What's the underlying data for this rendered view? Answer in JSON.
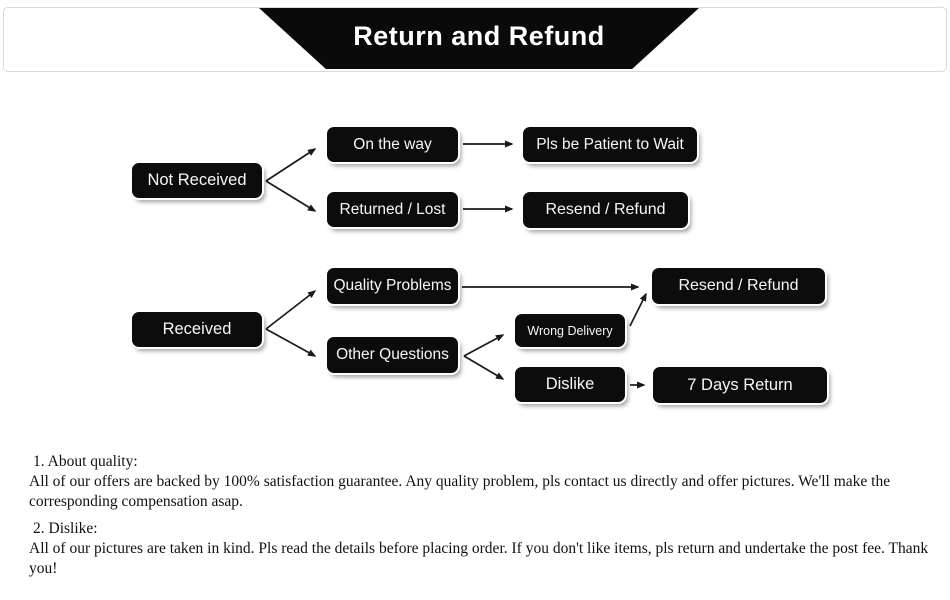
{
  "header": {
    "title": "Return and Refund",
    "banner_color": "#0a0a0a",
    "banner_text_color": "#ffffff"
  },
  "flowchart": {
    "node_color": "#0c0c0c",
    "node_text_color": "#f6f6f6",
    "arrow_color": "#1a1a1a",
    "nodes": [
      {
        "label": "Not Received"
      },
      {
        "label": "On the way"
      },
      {
        "label": "Pls be Patient to Wait"
      },
      {
        "label": "Returned / Lost"
      },
      {
        "label": "Resend / Refund"
      },
      {
        "label": "Received"
      },
      {
        "label": "Quality Problems"
      },
      {
        "label": "Other Questions"
      },
      {
        "label": "Wrong Delivery"
      },
      {
        "label": "Resend / Refund"
      },
      {
        "label": "Dislike"
      },
      {
        "label": "7 Days Return"
      }
    ],
    "edges": [
      {
        "from": "Not Received",
        "to": "On the way"
      },
      {
        "from": "Not Received",
        "to": "Returned / Lost"
      },
      {
        "from": "On the way",
        "to": "Pls be Patient to Wait"
      },
      {
        "from": "Returned / Lost",
        "to": "Resend / Refund"
      },
      {
        "from": "Received",
        "to": "Quality Problems"
      },
      {
        "from": "Received",
        "to": "Other Questions"
      },
      {
        "from": "Quality Problems",
        "to": "Resend / Refund"
      },
      {
        "from": "Other Questions",
        "to": "Wrong Delivery"
      },
      {
        "from": "Other Questions",
        "to": "Dislike"
      },
      {
        "from": "Wrong Delivery",
        "to": "Resend / Refund"
      },
      {
        "from": "Dislike",
        "to": "7 Days Return"
      }
    ]
  },
  "notes": [
    {
      "heading": "1. About quality:",
      "body": "All of our offers are backed by 100% satisfaction guarantee. Any quality problem, pls contact us directly and offer pictures. We'll make the corresponding compensation asap."
    },
    {
      "heading": "2. Dislike:",
      "body": "All of our pictures are taken in kind. Pls read the details before placing order. If you don't like items, pls return and undertake the post fee. Thank you!"
    }
  ]
}
